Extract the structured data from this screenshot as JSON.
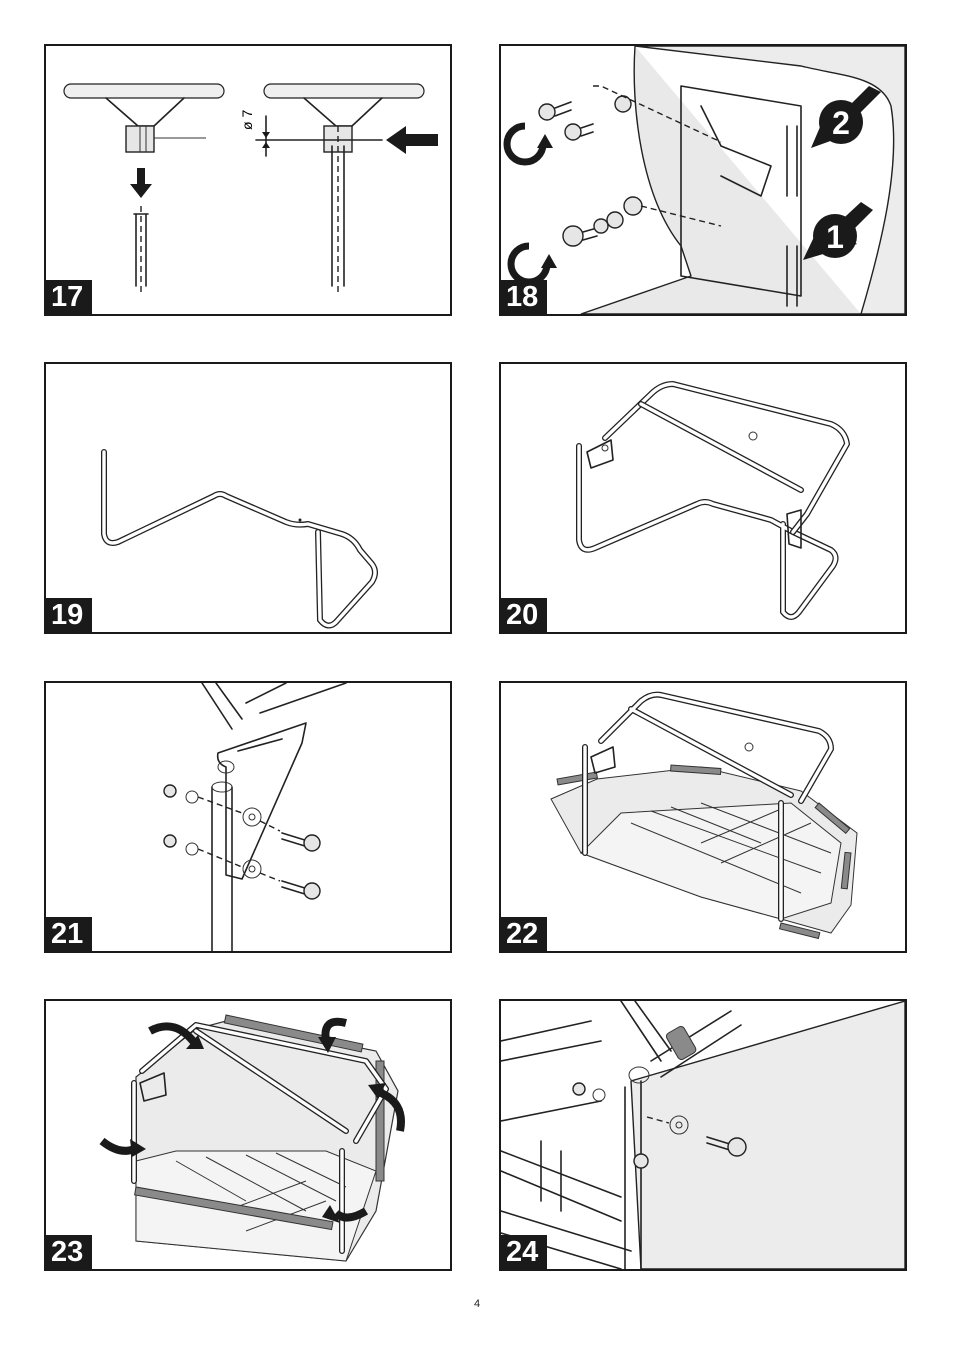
{
  "steps": [
    {
      "number": "17",
      "dimension_label": "ø 7"
    },
    {
      "number": "18",
      "callouts": [
        "2",
        "1"
      ]
    },
    {
      "number": "19"
    },
    {
      "number": "20"
    },
    {
      "number": "21"
    },
    {
      "number": "22"
    },
    {
      "number": "23"
    },
    {
      "number": "24"
    }
  ],
  "page_number": "4"
}
